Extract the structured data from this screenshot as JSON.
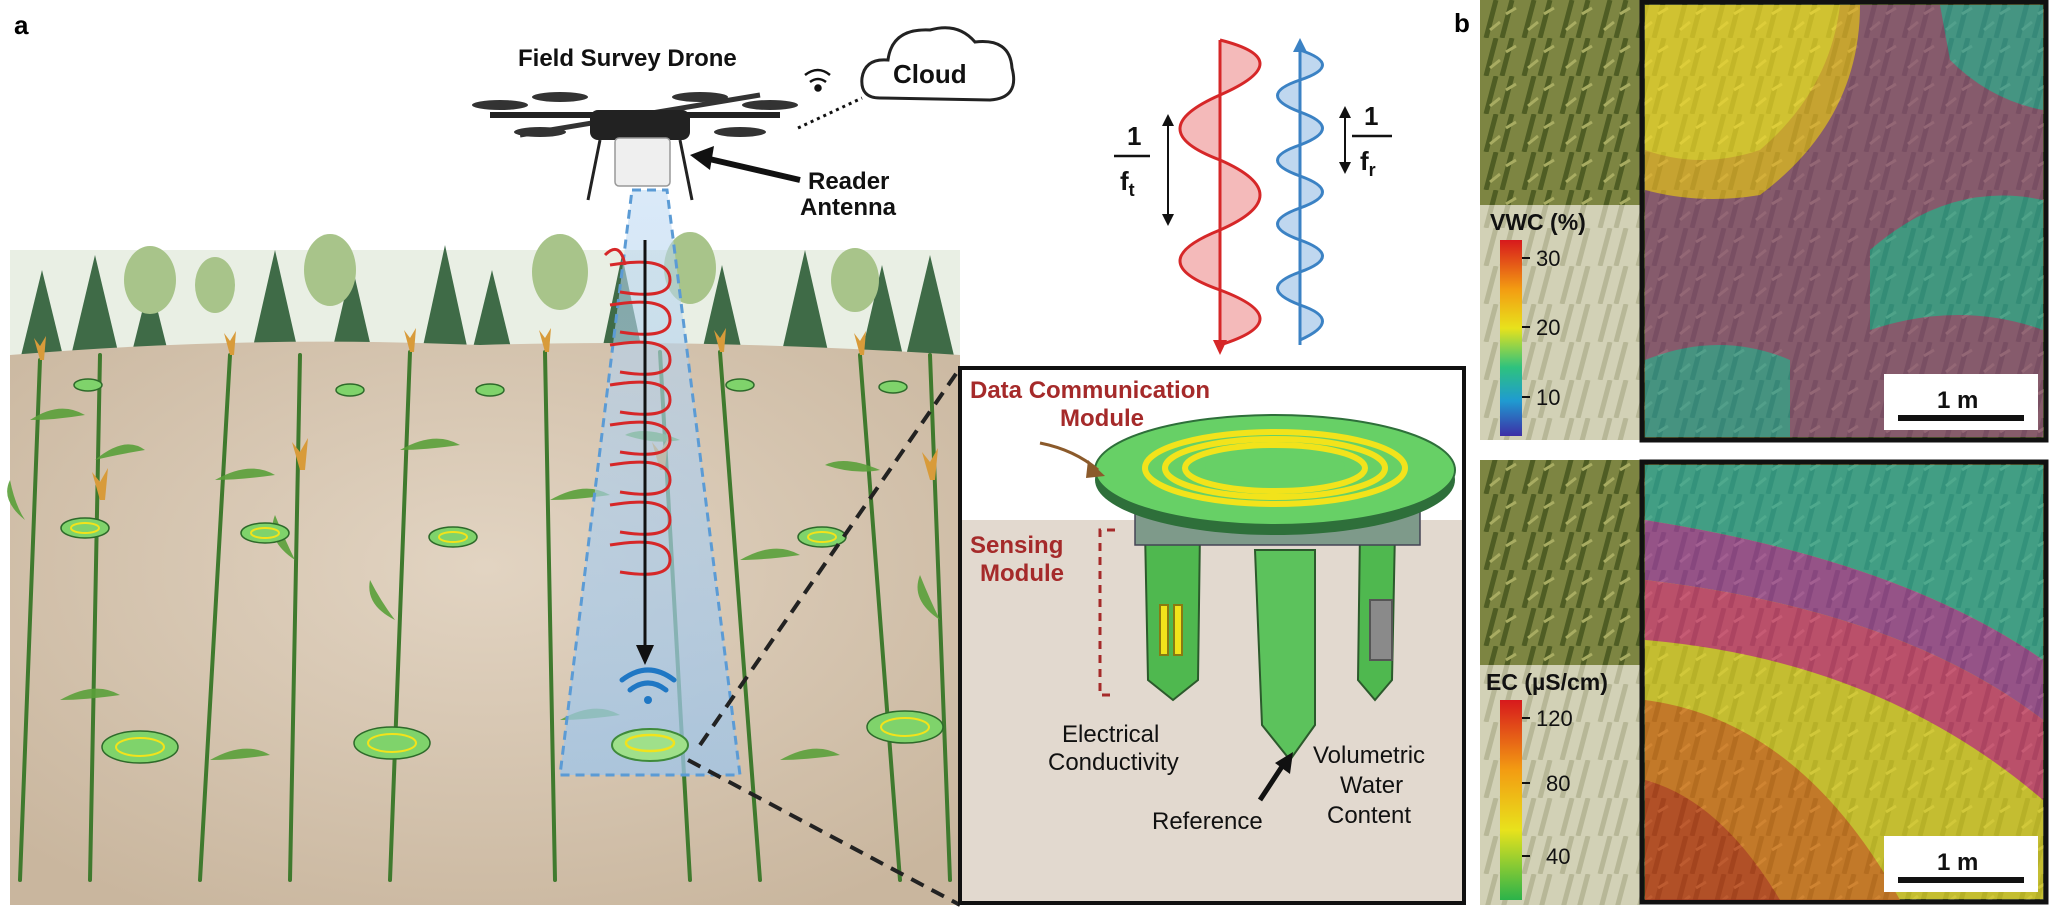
{
  "panel_a": {
    "letter": "a",
    "drone_label": "Field Survey Drone",
    "cloud_label": "Cloud",
    "reader_antenna_line1": "Reader",
    "reader_antenna_line2": "Antenna",
    "freq_t": {
      "numerator": "1",
      "sym": "f",
      "sub": "t"
    },
    "freq_r": {
      "numerator": "1",
      "sym": "f",
      "sub": "r"
    },
    "inset": {
      "data_comm_line1": "Data Communication",
      "data_comm_line2": "Module",
      "sensing_line1": "Sensing",
      "sensing_line2": "Module",
      "ec_line1": "Electrical",
      "ec_line2": "Conductivity",
      "reference": "Reference",
      "vwc_line1": "Volumetric",
      "vwc_line2": "Water",
      "vwc_line3": "Content"
    }
  },
  "panel_b": {
    "letter": "b",
    "vwc_map": {
      "colorbar_title": "VWC (%)",
      "ticks": [
        "30",
        "20",
        "10"
      ],
      "scalebar": "1 m"
    },
    "ec_map": {
      "colorbar_title": "EC (µS/cm)",
      "ticks": [
        "120",
        "80",
        "40"
      ],
      "scalebar": "1 m"
    }
  },
  "colors": {
    "transmit_wave": "#d62728",
    "return_wave": "#3b82c4",
    "module_label": "#a52a2a",
    "sensor_green": "#3ea84a",
    "coil_yellow": "#f2e31b",
    "soil": "#d7c6b0"
  }
}
